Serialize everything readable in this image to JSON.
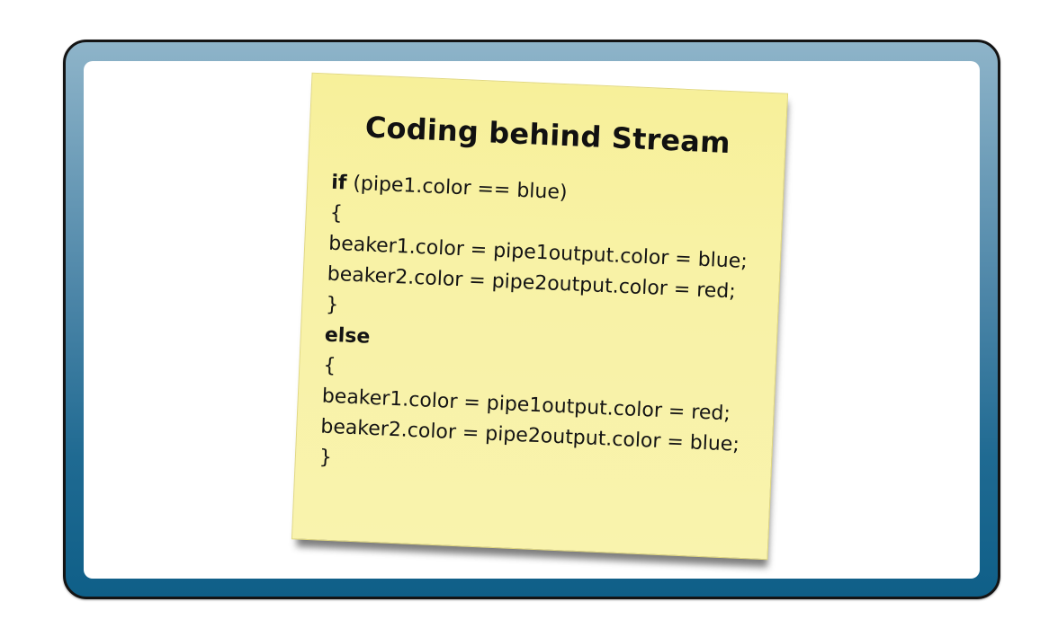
{
  "note": {
    "title": "Coding behind Stream",
    "code": {
      "if_keyword": "if",
      "if_condition": " (pipe1.color == blue)",
      "open_brace_1": "{",
      "line_1": "beaker1.color = pipe1output.color = blue;",
      "line_2": "beaker2.color = pipe2output.color = red;",
      "close_brace_1": "}",
      "else_keyword": "else",
      "open_brace_2": "{",
      "line_3": "beaker1.color = pipe1output.color = red;",
      "line_4": "beaker2.color = pipe2output.color = blue;",
      "close_brace_2": "}"
    }
  },
  "colors": {
    "note_background": "#f8f2a6",
    "frame_top": "#8eb4c9",
    "frame_bottom": "#0f5f88",
    "frame_border": "#141414",
    "text": "#141414"
  }
}
